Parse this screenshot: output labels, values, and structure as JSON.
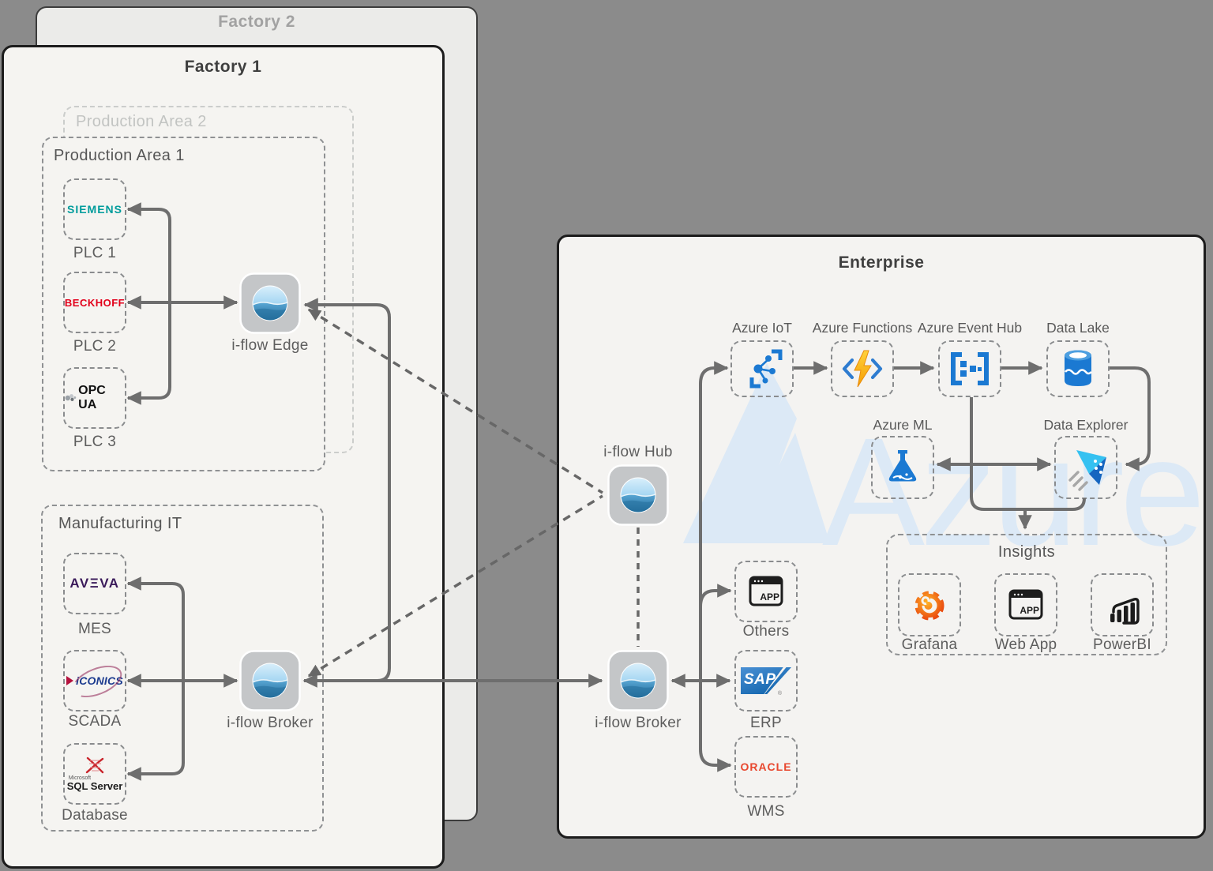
{
  "factory2": {
    "title": "Factory 2"
  },
  "factory1": {
    "title": "Factory 1",
    "production_area_2": {
      "label": "Production Area 2"
    },
    "production_area_1": {
      "label": "Production Area 1",
      "devices": [
        {
          "brand": "SIEMENS",
          "label": "PLC 1"
        },
        {
          "brand": "BECKHOFF",
          "label": "PLC 2"
        },
        {
          "brand": "OPC UA",
          "label": "PLC 3"
        }
      ]
    },
    "iflow_edge": {
      "label": "i-flow Edge"
    },
    "manufacturing_it": {
      "label": "Manufacturing IT",
      "devices": [
        {
          "brand": "AVΞVA",
          "label": "MES"
        },
        {
          "brand": "iCONICS",
          "label": "SCADA"
        },
        {
          "brand_small": "Microsoft",
          "brand": "SQL Server",
          "label": "Database"
        }
      ]
    },
    "iflow_broker": {
      "label": "i-flow Broker"
    }
  },
  "enterprise": {
    "title": "Enterprise",
    "watermark": "Azure",
    "iflow_hub": {
      "label": "i-flow Hub"
    },
    "iflow_broker": {
      "label": "i-flow Broker"
    },
    "azure_services": [
      {
        "label": "Azure IoT"
      },
      {
        "label": "Azure Functions"
      },
      {
        "label": "Azure Event Hub"
      },
      {
        "label": "Data Lake"
      },
      {
        "label": "Azure ML"
      },
      {
        "label": "Data Explorer"
      }
    ],
    "insights": {
      "label": "Insights",
      "tools": [
        {
          "label": "Grafana"
        },
        {
          "label": "Web App",
          "app_text": "APP"
        },
        {
          "label": "PowerBI"
        }
      ]
    },
    "systems": [
      {
        "brand": "APP",
        "label": "Others"
      },
      {
        "brand": "SAP",
        "reg": "®",
        "label": "ERP"
      },
      {
        "brand": "ORACLE",
        "label": "WMS"
      }
    ]
  },
  "colors": {
    "background": "#8b8b8b",
    "card": "#f5f4f1",
    "line": "#6e6e6e",
    "azure_blue": "#1b79d2",
    "watermark_blue": "#dce9f6",
    "iflow_gray": "#c4c6c8"
  }
}
